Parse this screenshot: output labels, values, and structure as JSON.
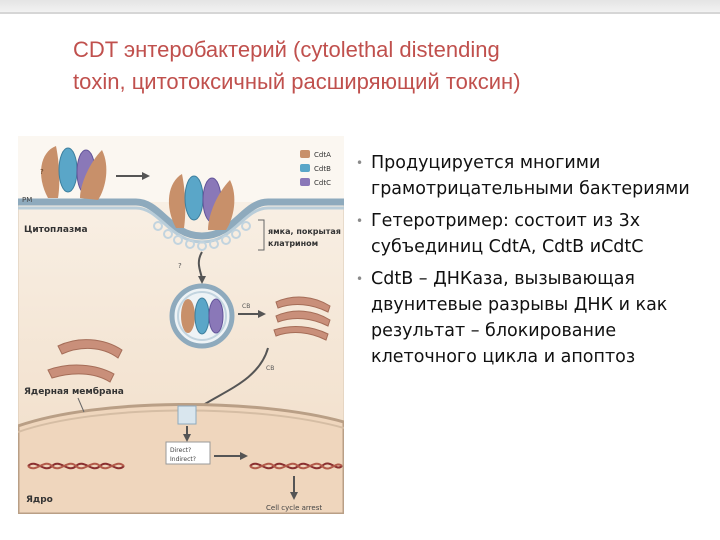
{
  "slide": {
    "title_line1": "CDT энтеробактерий (cytolethal distending",
    "title_line2": "toxin, цитотоксичный расширяющий токсин)",
    "bullets": [
      "Продуцируется многими грамотрицательными бактериями",
      "Гетеротример: состоит из 3х субъединиц CdtA, CdtB иCdtC",
      "CdtB – ДНКаза, вызывающая двунитевые разрывы ДНК и как результат – блокирование клеточного цикла и апоптоз"
    ],
    "bullet_marker": "•"
  },
  "figure": {
    "legend": [
      "CdtA",
      "CdtB",
      "CdtC"
    ],
    "labels": {
      "pm": "PM",
      "cytoplasm": "Цитоплазма",
      "clathrin_pit_line1": "ямка, покрытая",
      "clathrin_pit_line2": "клатрином",
      "nuclear_membrane": "Ядерная мембрана",
      "nucleus": "Ядро",
      "direct": "Direct?",
      "indirect": "Indirect?",
      "cell_cycle_arrest": "Cell cycle arrest",
      "question": "?",
      "cb": "CB"
    },
    "colors": {
      "cdta": "#c8906a",
      "cdtb": "#5aa6c8",
      "cdtc": "#8a78b8",
      "background": "#f4e6d6",
      "nucleus": "#efd6bd",
      "membrane": "#9fb7c6"
    }
  }
}
